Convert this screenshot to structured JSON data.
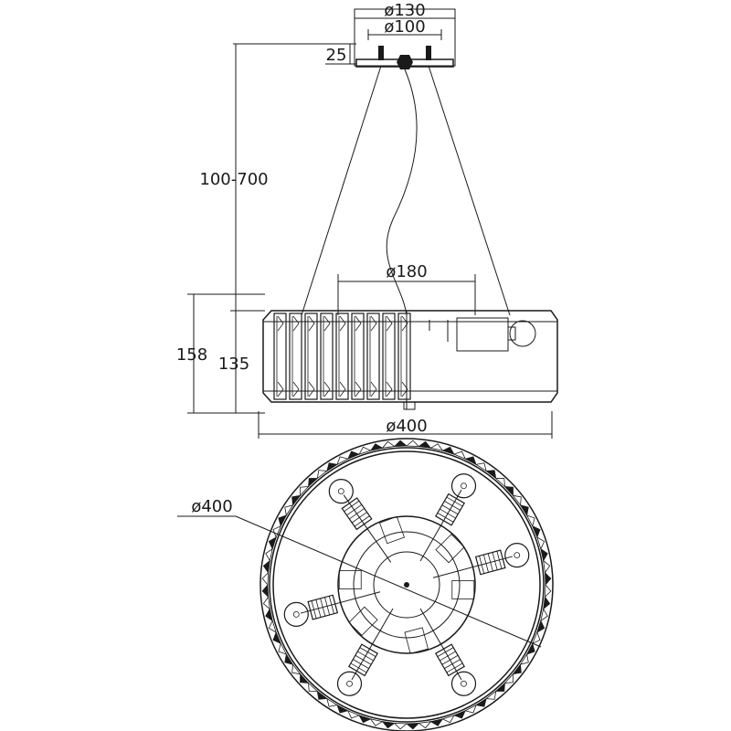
{
  "dimensions": {
    "canopy_outer": "ø130",
    "canopy_inner": "ø100",
    "canopy_height": "25",
    "suspension_length": "100-700",
    "inner_ring": "ø180",
    "total_height": "158",
    "body_height": "135",
    "side_diameter": "ø400",
    "plan_diameter": "ø400"
  },
  "colors": {
    "line": "#1a1a1a",
    "background": "#ffffff"
  }
}
